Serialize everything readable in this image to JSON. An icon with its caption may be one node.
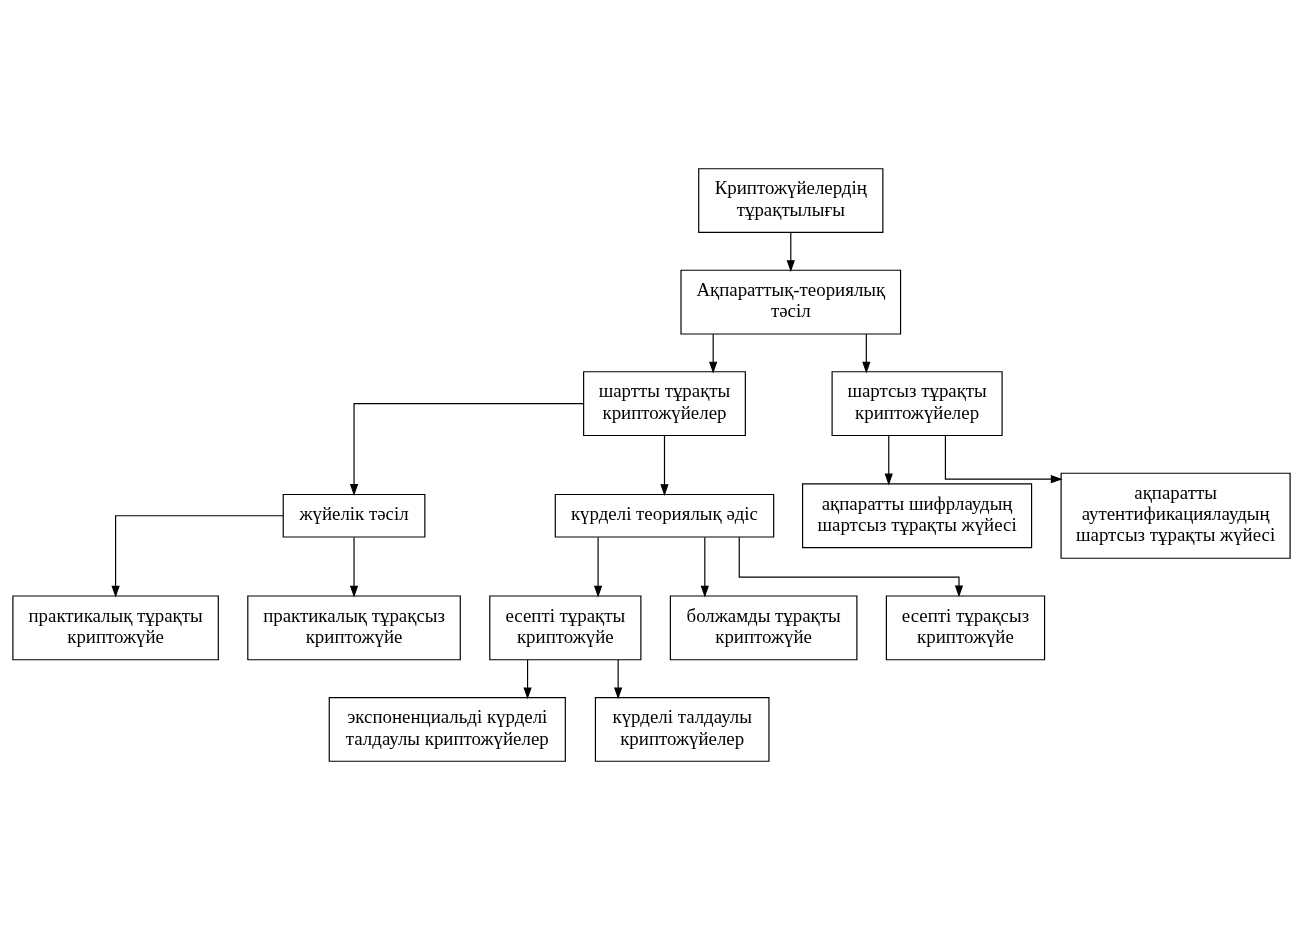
{
  "diagram": {
    "nodes": [
      {
        "text": [
          "Криптожүйелердің тұрақтылығы"
        ]
      },
      {
        "text": [
          "Ақпараттық-теориялық тәсіл"
        ]
      },
      {
        "text": [
          "шартты тұрақты криптожүйелер"
        ]
      },
      {
        "text": [
          "шартсыз тұрақты криптожүйелер"
        ]
      },
      {
        "text": [
          "жүйелік тәсіл"
        ]
      },
      {
        "text": [
          "күрделі теориялық әдіс"
        ]
      },
      {
        "text": [
          "ақпаратты шифрлаудың шартсыз тұрақты жүйесі"
        ]
      },
      {
        "text": [
          "ақпаратты аутентификациялаудың шартсыз тұрақты жүйесі"
        ]
      },
      {
        "text": [
          "есепті тұрақты криптожүйе"
        ]
      },
      {
        "text": [
          "болжамды тұрақты криптожүйе"
        ]
      },
      {
        "text": [
          "есепті тұрақсыз криптожүйе"
        ]
      },
      {
        "text": [
          "практикалық тұрақты криптожүйе"
        ]
      },
      {
        "text": [
          "практикалық тұрақсыз криптожүйе"
        ]
      },
      {
        "text": [
          "экспоненциальді күрделі талдаулы криптожүйелер"
        ]
      },
      {
        "text": [
          "күрделі талдаулы криптожүйелер"
        ]
      }
    ],
    "edges": [
      {
        "from": 0,
        "to": 1,
        "arrow": "to"
      },
      {
        "from": 1,
        "to": 2,
        "arrow": "to"
      },
      {
        "from": 1,
        "to": 3,
        "arrow": "to"
      },
      {
        "from": 2,
        "to": 4,
        "arrow": "to"
      },
      {
        "from": 2,
        "to": 5,
        "arrow": "to"
      },
      {
        "from": 3,
        "to": 6,
        "arrow": "to"
      },
      {
        "from": 3,
        "to": 7,
        "arrow": "to"
      },
      {
        "from": 5,
        "to": 8,
        "arrow": "to"
      },
      {
        "from": 5,
        "to": 9,
        "arrow": "to"
      },
      {
        "from": 5,
        "to": 10,
        "arrow": "to"
      },
      {
        "from": 4,
        "to": 11,
        "arrow": "to"
      },
      {
        "from": 4,
        "to": 12,
        "arrow": "to"
      },
      {
        "from": 8,
        "to": 13,
        "arrow": "to"
      },
      {
        "from": 8,
        "to": 14,
        "arrow": "to"
      }
    ]
  }
}
